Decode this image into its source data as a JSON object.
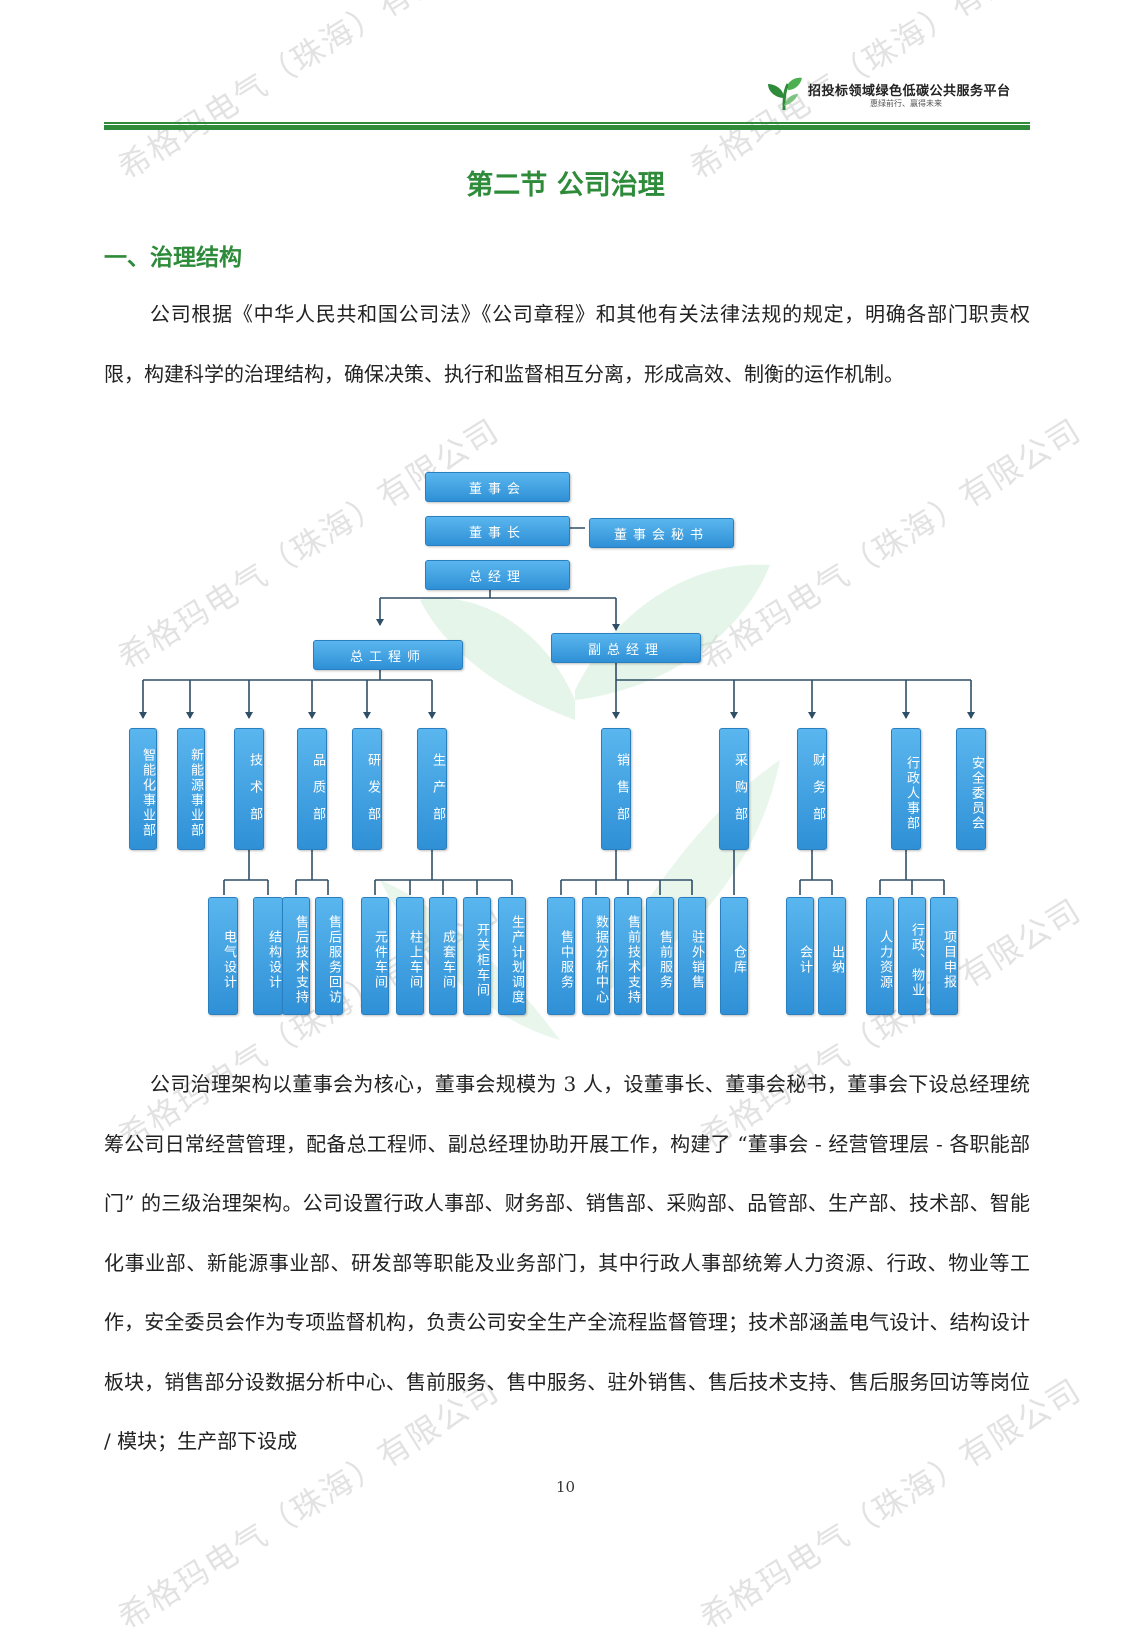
{
  "header": {
    "title": "招投标领域绿色低碳公共服务平台",
    "subtitle": "惠绿前行、赢得未来",
    "accent_color": "#2e8b3a",
    "logo_icon": "green-leaf-logo-icon"
  },
  "section_title": "第二节 公司治理",
  "heading1": "一、治理结构",
  "paragraph1": "公司根据《中华人民共和国公司法》《公司章程》和其他有关法律法规的规定，明确各部门职责权限，构建科学的治理结构，确保决策、执行和监督相互分离，形成高效、制衡的运作机制。",
  "org_chart": {
    "box_color": "#3a9de0",
    "board": "董事会",
    "chairman": "董事长",
    "board_secretary": "董事会秘书",
    "general_manager": "总经理",
    "chief_engineer": "总工程师",
    "deputy_gm": "副总经理",
    "chief_engineer_depts": [
      "智能化事业部",
      "新能源事业部",
      "技术部",
      "品质部",
      "研发部",
      "生产部"
    ],
    "deputy_depts": [
      "销售部",
      "采购部",
      "财务部",
      "行政人事部",
      "安全委员会"
    ],
    "tech_sub": [
      "电气设计",
      "结构设计"
    ],
    "quality_sub": [
      "售后技术支持",
      "售后服务回访"
    ],
    "production_sub": [
      "元件车间",
      "柱上车间",
      "成套车间",
      "开关柜车间",
      "生产计划调度"
    ],
    "sales_sub": [
      "售中服务",
      "数据分析中心",
      "售前技术支持",
      "售前服务",
      "驻外销售"
    ],
    "purchase_sub": [
      "仓库"
    ],
    "finance_sub": [
      "会计",
      "出纳"
    ],
    "admin_sub": [
      "人力资源",
      "行政、物业",
      "项目申报"
    ]
  },
  "paragraph2": "公司治理架构以董事会为核心，董事会规模为 3 人，设董事长、董事会秘书，董事会下设总经理统筹公司日常经营管理，配备总工程师、副总经理协助开展工作，构建了 “董事会 - 经营管理层 - 各职能部门” 的三级治理架构。公司设置行政人事部、财务部、销售部、采购部、品管部、生产部、技术部、智能化事业部、新能源事业部、研发部等职能及业务部门，其中行政人事部统筹人力资源、行政、物业等工作，安全委员会作为专项监督机构，负责公司安全生产全流程监督管理；技术部涵盖电气设计、结构设计板块，销售部分设数据分析中心、售前服务、售中服务、驻外销售、售后技术支持、售后服务回访等岗位 / 模块；生产部下设成",
  "page_number": "10",
  "watermark": "希格玛电气（珠海）有限公司"
}
